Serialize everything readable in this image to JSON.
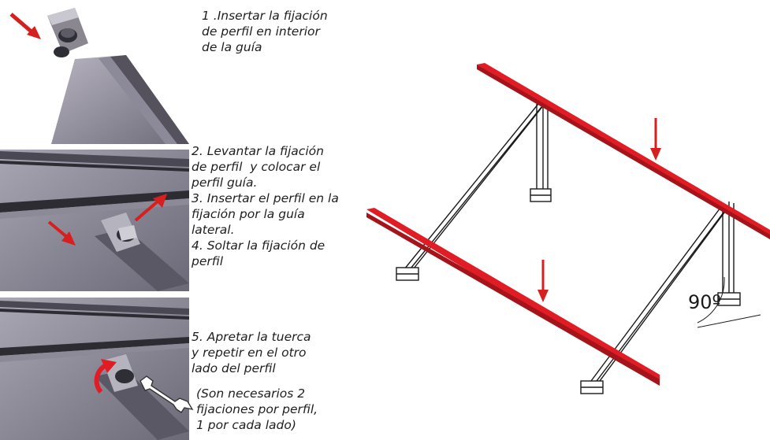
{
  "steps": [
    {
      "lines": [
        "1 .Insertar la fijación",
        "de perfil en interior",
        "de la guía"
      ]
    },
    {
      "lines": [
        "2. Levantar la fijación",
        "de perfil  y colocar el",
        "perfil guía.",
        "3. Insertar el perfil en la",
        "fijación por la guía",
        "lateral.",
        "4. Soltar la fijación de",
        "perfil"
      ]
    },
    {
      "lines": [
        "5. Apretar la tuerca",
        "y repetir en el otro",
        "lado del perfil"
      ]
    },
    {
      "lines": [
        "(Son necesarios 2",
        "fijaciones por perfil,",
        "1 por cada lado)"
      ]
    }
  ],
  "angle_label": "90º",
  "colors": {
    "rail_red": "#e01c24",
    "arrow_red": "#d81f1f",
    "metal_dark": "#4a4a52",
    "metal_light": "#9a9aa6",
    "frame_line": "#1a1a1a"
  },
  "icons": [
    "direction-arrow-icon",
    "rotate-arrow-icon",
    "wrench-icon"
  ]
}
